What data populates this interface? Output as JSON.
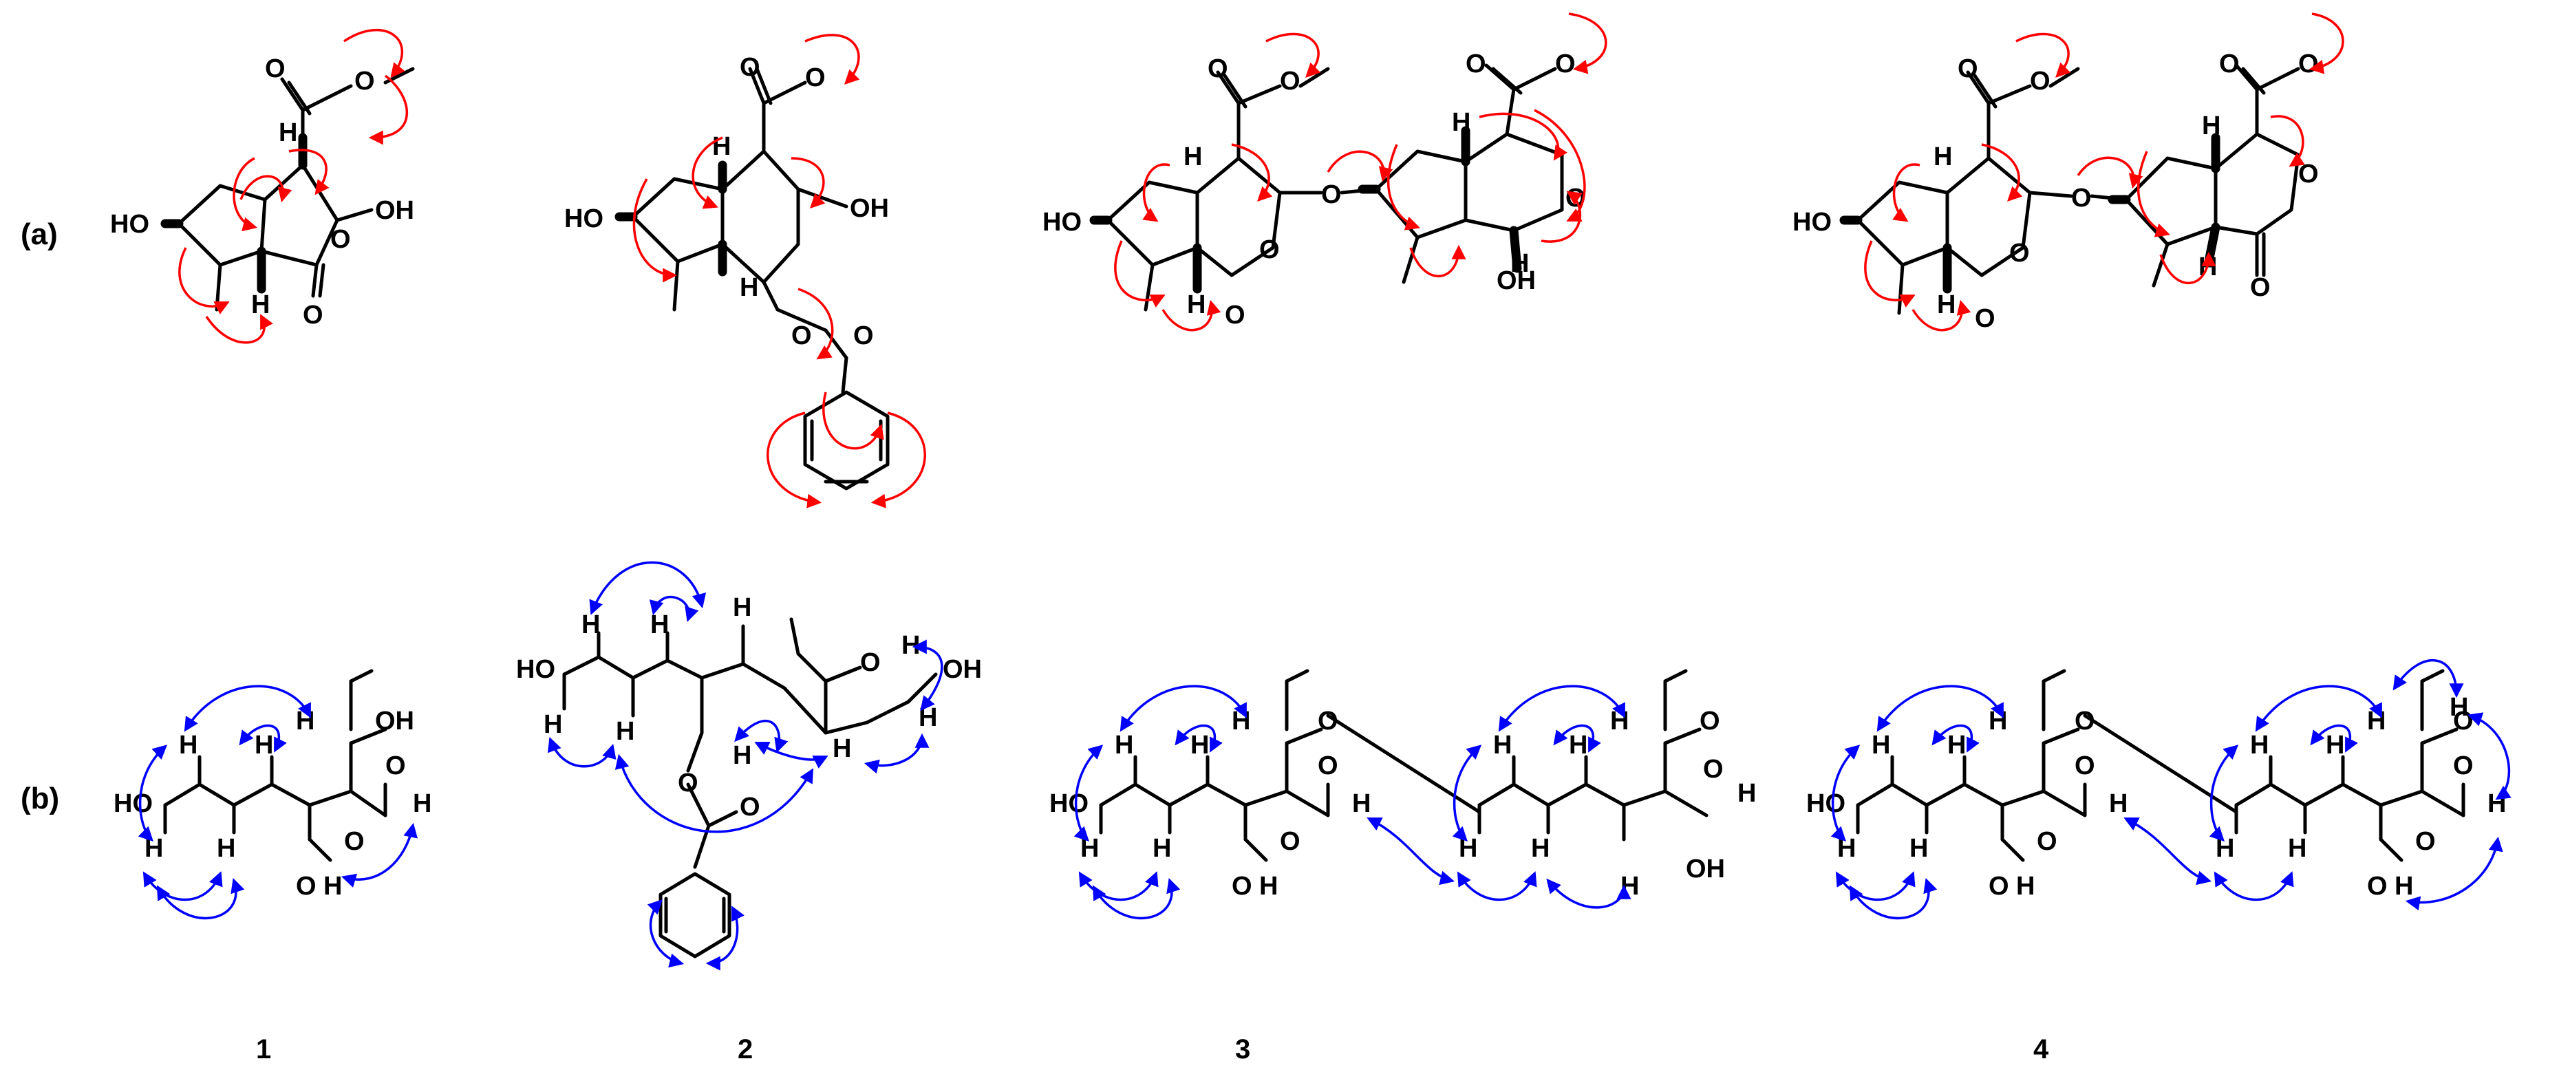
{
  "colors": {
    "hmbc": "#ff0000",
    "noesy": "#0000ff",
    "bond": "#000000",
    "background": "#ffffff"
  },
  "panels": {
    "a": "(a)",
    "b": "(b)"
  },
  "compounds": [
    {
      "id": "1"
    },
    {
      "id": "2"
    },
    {
      "id": "3"
    },
    {
      "id": "4"
    }
  ],
  "atom_labels": {
    "ho": "HO",
    "oh": "OH",
    "o": "O",
    "h": "H"
  }
}
